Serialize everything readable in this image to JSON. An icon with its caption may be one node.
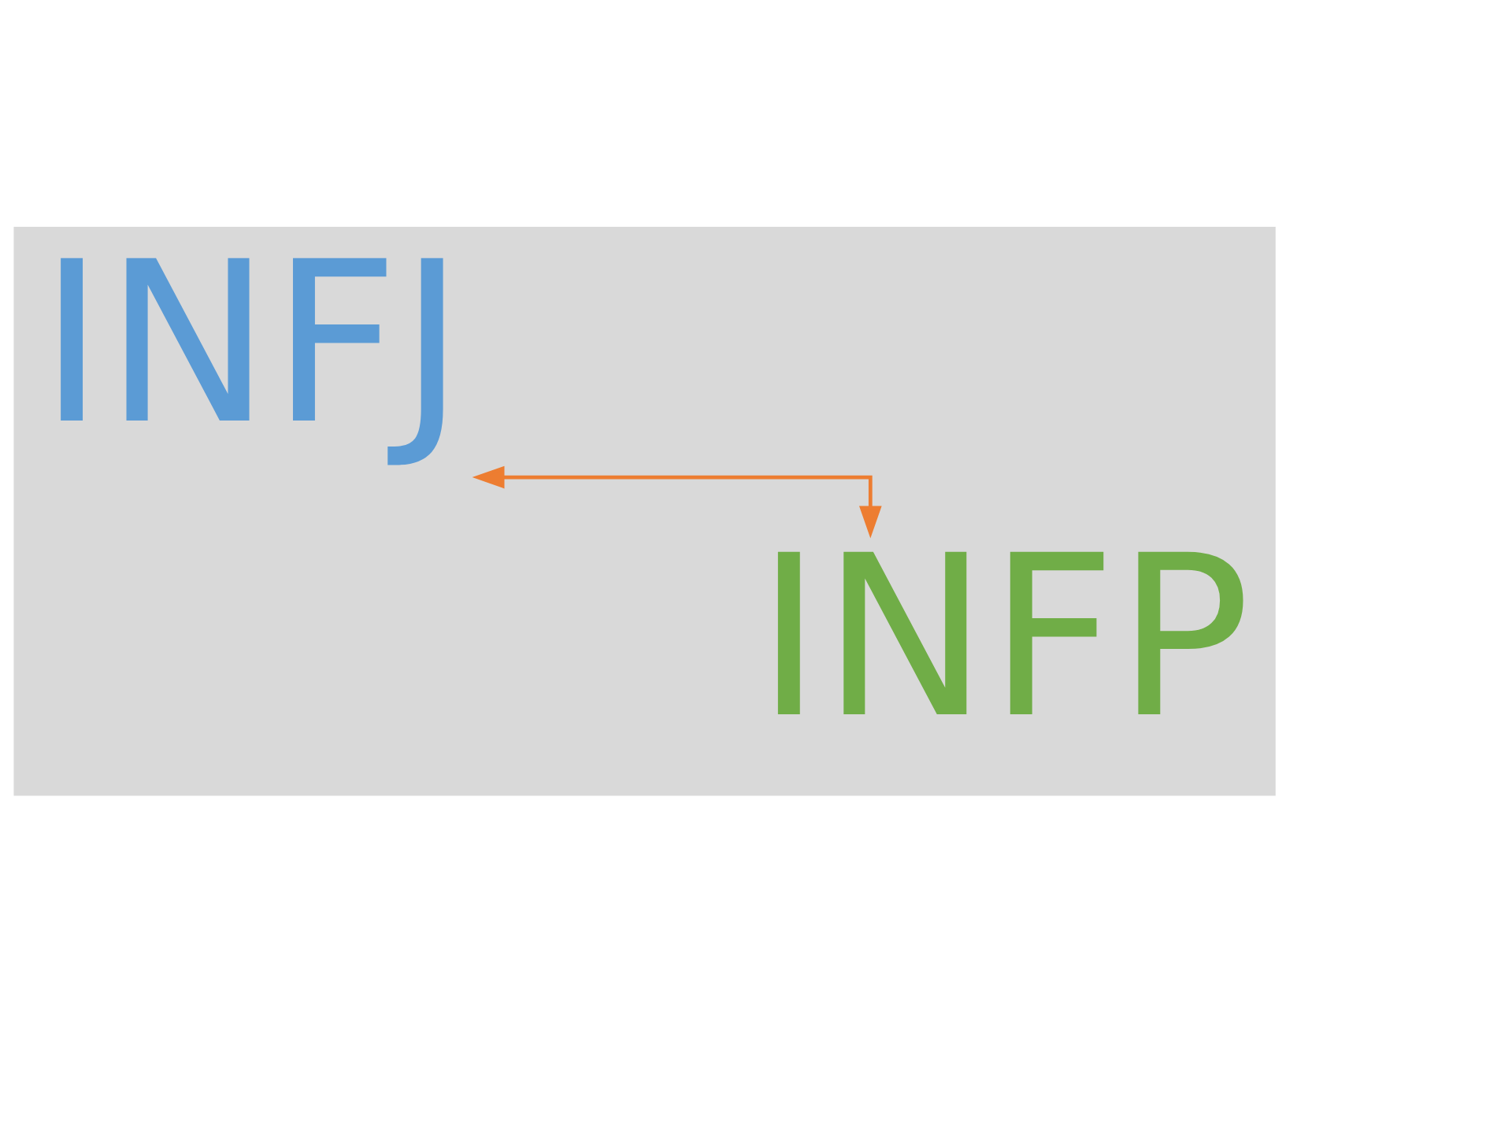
{
  "diagram": {
    "nodes": [
      {
        "text": [
          "INFJ"
        ]
      },
      {
        "text": [
          "INFP"
        ]
      }
    ],
    "edges": [
      {
        "from": 0,
        "to": 1,
        "arrow": "both"
      }
    ]
  }
}
